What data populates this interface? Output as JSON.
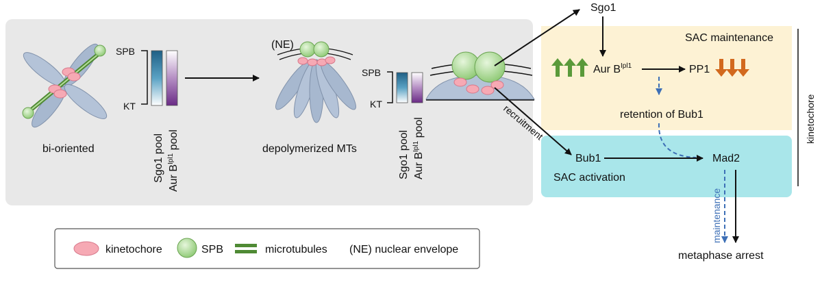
{
  "left_panel": {
    "bioriented_label": "bi-oriented",
    "depolymerized_label": "depolymerized MTs",
    "ne_label": "(NE)",
    "scale_top": "SPB",
    "scale_bottom": "KT",
    "pool1": "Sgo1 pool",
    "pool2_prefix": "Aur B",
    "pool2_sup": "Ipl1",
    "pool2_suffix": " pool"
  },
  "pathway": {
    "sgo1": "Sgo1",
    "sac_maintenance": "SAC maintenance",
    "aurb_prefix": "Aur B",
    "aurb_sup": "Ipl1",
    "pp1": "PP1",
    "retention": "retention of Bub1",
    "recruitment": "recruitment",
    "bub1": "Bub1",
    "mad2": "Mad2",
    "sac_activation": "SAC activation",
    "maintenance": "maintenance",
    "kinetochore_side": "kinetochore",
    "metaphase": "metaphase arrest"
  },
  "legend": {
    "kinetochore": "kinetochore",
    "spb": "SPB",
    "microtubules": "microtubules",
    "ne": "(NE) nuclear envelope"
  },
  "colors": {
    "kinetochore": "#f6a9b4",
    "spb": "#9fd28a",
    "chromosome": "#a7b8cf",
    "panel_bg": "#e8e8e8",
    "maintenance_bg": "#fdf2d4",
    "activation_bg": "#a9e6ea",
    "up_arrows": "#5a9a3a",
    "down_arrows": "#d2691e",
    "dashed": "#3d6fb6",
    "sgo_gradient": "#3a86a8",
    "aurb_gradient": "#7b3c93"
  }
}
